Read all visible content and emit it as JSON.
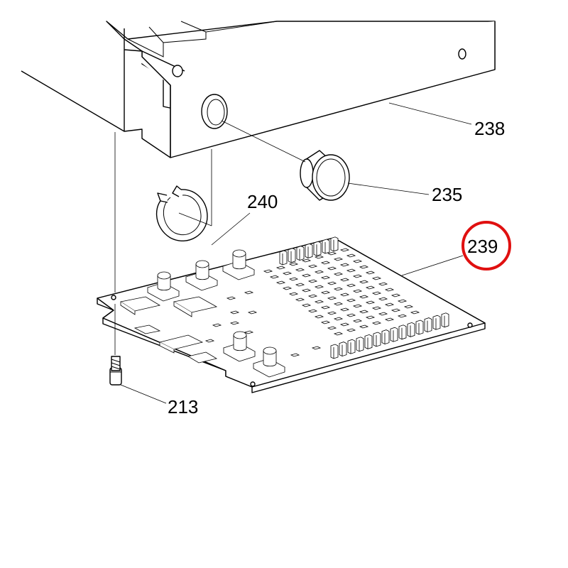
{
  "callouts": [
    {
      "id": "238",
      "label": "238"
    },
    {
      "id": "235",
      "label": "235"
    },
    {
      "id": "240",
      "label": "240"
    },
    {
      "id": "239",
      "label": "239",
      "highlighted": true
    },
    {
      "id": "213",
      "label": "213"
    }
  ],
  "colors": {
    "line": "#000000",
    "background": "#ffffff",
    "highlight_circle": "#e01010"
  }
}
